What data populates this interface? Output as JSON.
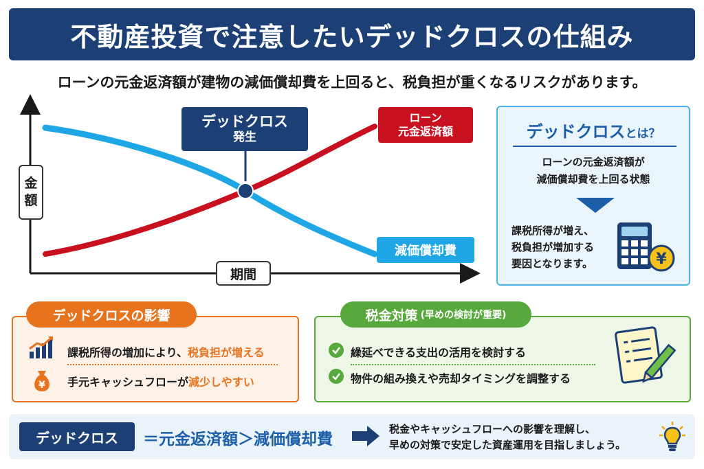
{
  "title": "不動産投資で注意したいデッドクロスの仕組み",
  "subtitle": "ローンの元金返済額が建物の減価償却費を上回ると、税負担が重くなるリスクがあります。",
  "chart": {
    "deadcross_label": "デッドクロス",
    "deadcross_sub": "発生",
    "loan_label_line1": "ローン",
    "loan_label_line2": "元金返済額",
    "dep_label": "減価償却費",
    "y_axis_line1": "金",
    "y_axis_line2": "額",
    "x_axis": "期間",
    "colors": {
      "loan": "#c8101e",
      "depreciation": "#1ea7e4",
      "navy": "#1c3f75"
    }
  },
  "info": {
    "title_main": "デッドクロス",
    "title_small": "とは？",
    "def_line1": "ローンの元金返済額が",
    "def_line2": "減価償却費を上回る状態",
    "effect_line1": "課税所得が増え、",
    "effect_line2": "税負担が増加する",
    "effect_line3": "要因となります。",
    "icon": "calculator-yen-icon",
    "yen_symbol": "¥"
  },
  "impact": {
    "tab": "デッドクロスの影響",
    "row1_text": "課税所得の増加により、",
    "row1_highlight": "税負担が増える",
    "row2_text": "手元キャッシュフローが",
    "row2_highlight": "減少しやすい",
    "yen_symbol": "¥"
  },
  "tax": {
    "tab_main": "税金対策",
    "tab_small": "(早めの検討が重要)",
    "row1": "繰延べできる支出の活用を検討する",
    "row2": "物件の組み換えや売却タイミングを調整する"
  },
  "bottom": {
    "tag": "デッドクロス",
    "formula": "＝元金返済額＞減価償却費",
    "msg_line1": "税金やキャッシュフローへの影響を理解し、",
    "msg_line2": "早めの対策で安定した資産運用を目指しましょう。"
  }
}
